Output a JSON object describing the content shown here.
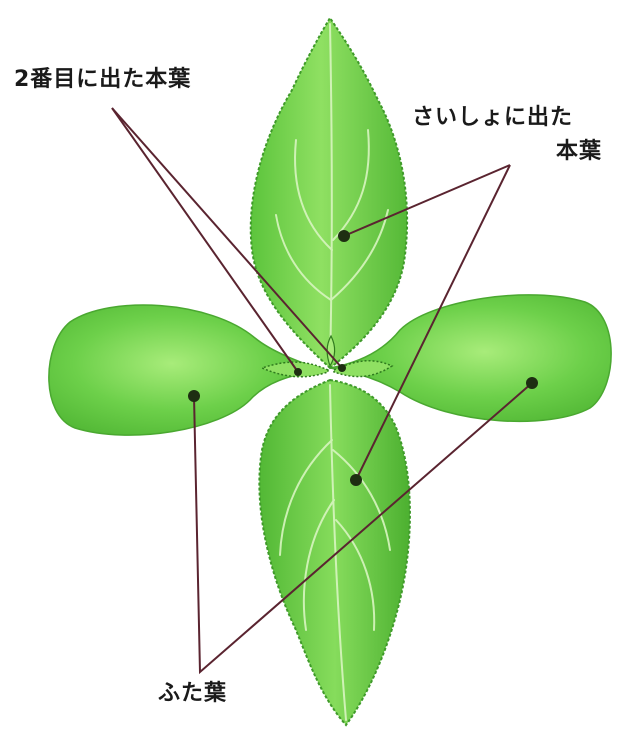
{
  "labels": {
    "second_true_leaves": "2番目に出た本葉",
    "first_true_leaves_line1": "さいしょに出た",
    "first_true_leaves_line2": "本葉",
    "cotyledons": "ふた葉"
  },
  "colors": {
    "leaf_fill": "#6dd04a",
    "leaf_light": "#a8ec7a",
    "leaf_dark": "#3f9a2a",
    "vein": "#d8f5c0",
    "leader_line": "#5a2430",
    "marker_dot": "#1e2e12"
  }
}
